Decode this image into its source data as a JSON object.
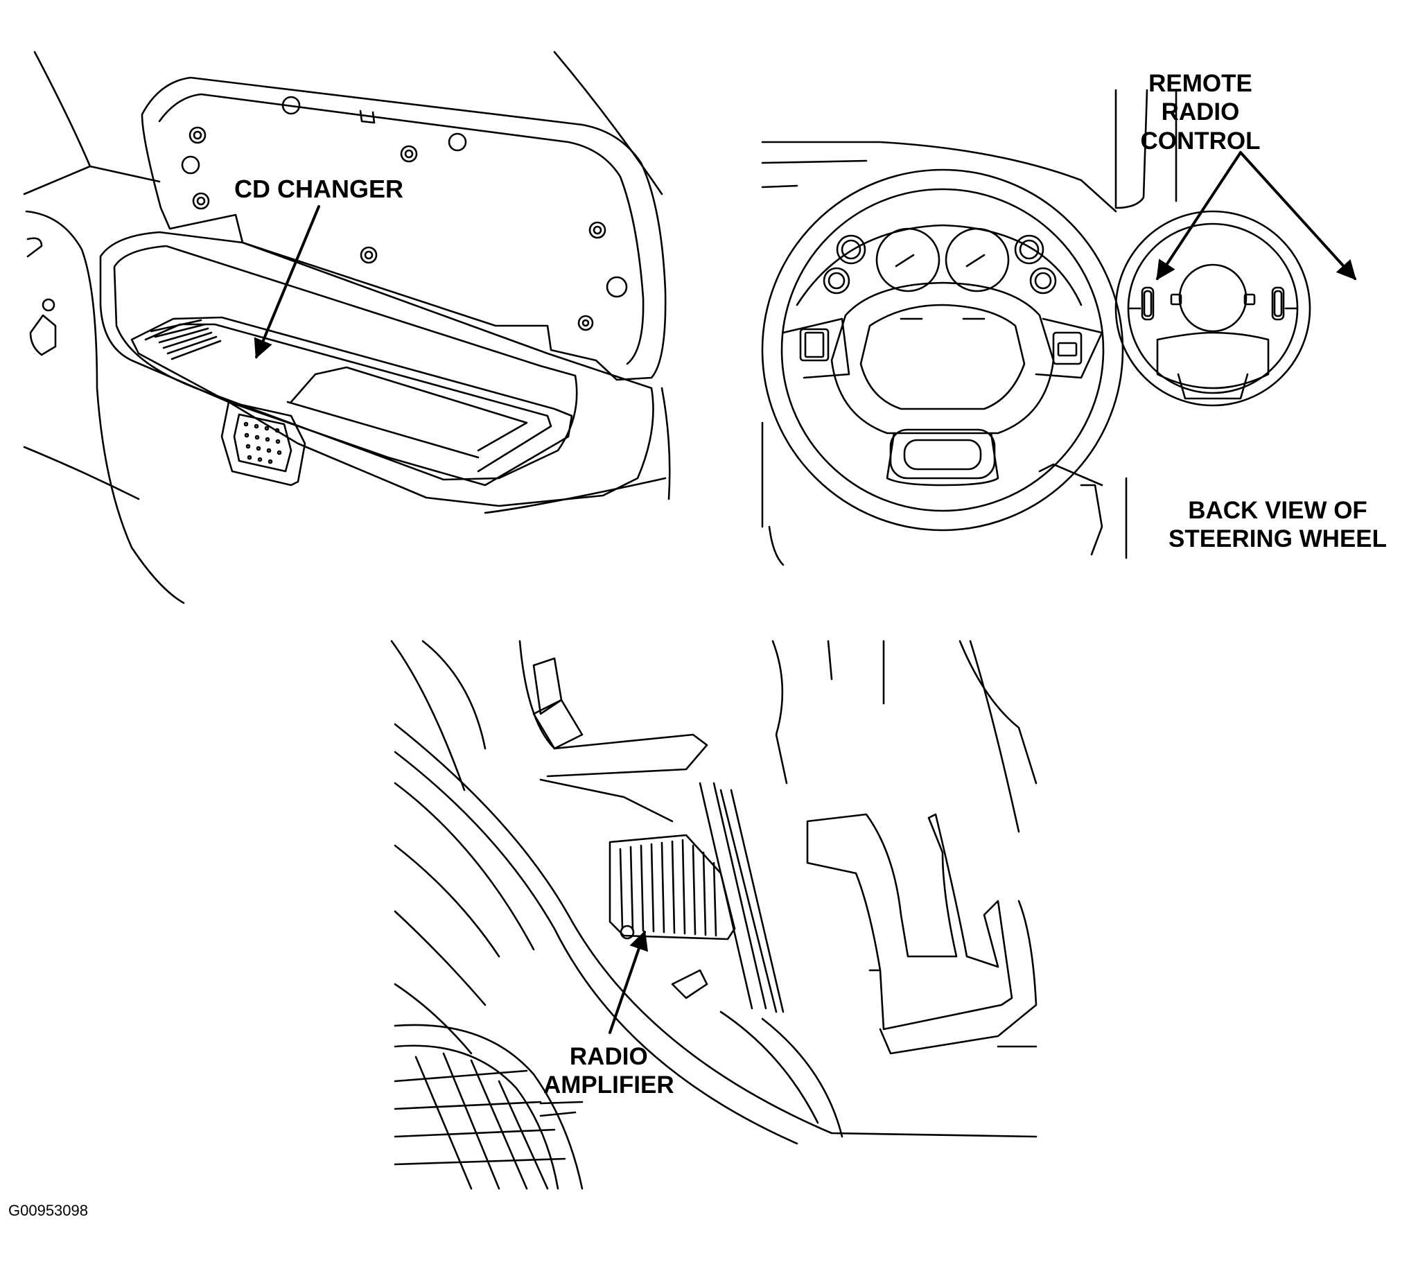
{
  "labels": {
    "cd_changer": "CD CHANGER",
    "remote_radio_control": [
      "REMOTE",
      "RADIO",
      "CONTROL"
    ],
    "back_view": [
      "BACK VIEW OF",
      "STEERING WHEEL"
    ],
    "radio_amplifier": [
      "RADIO",
      "AMPLIFIER"
    ]
  },
  "figure_id": "G00953098",
  "colors": {
    "line": "#000000",
    "background": "#ffffff"
  }
}
